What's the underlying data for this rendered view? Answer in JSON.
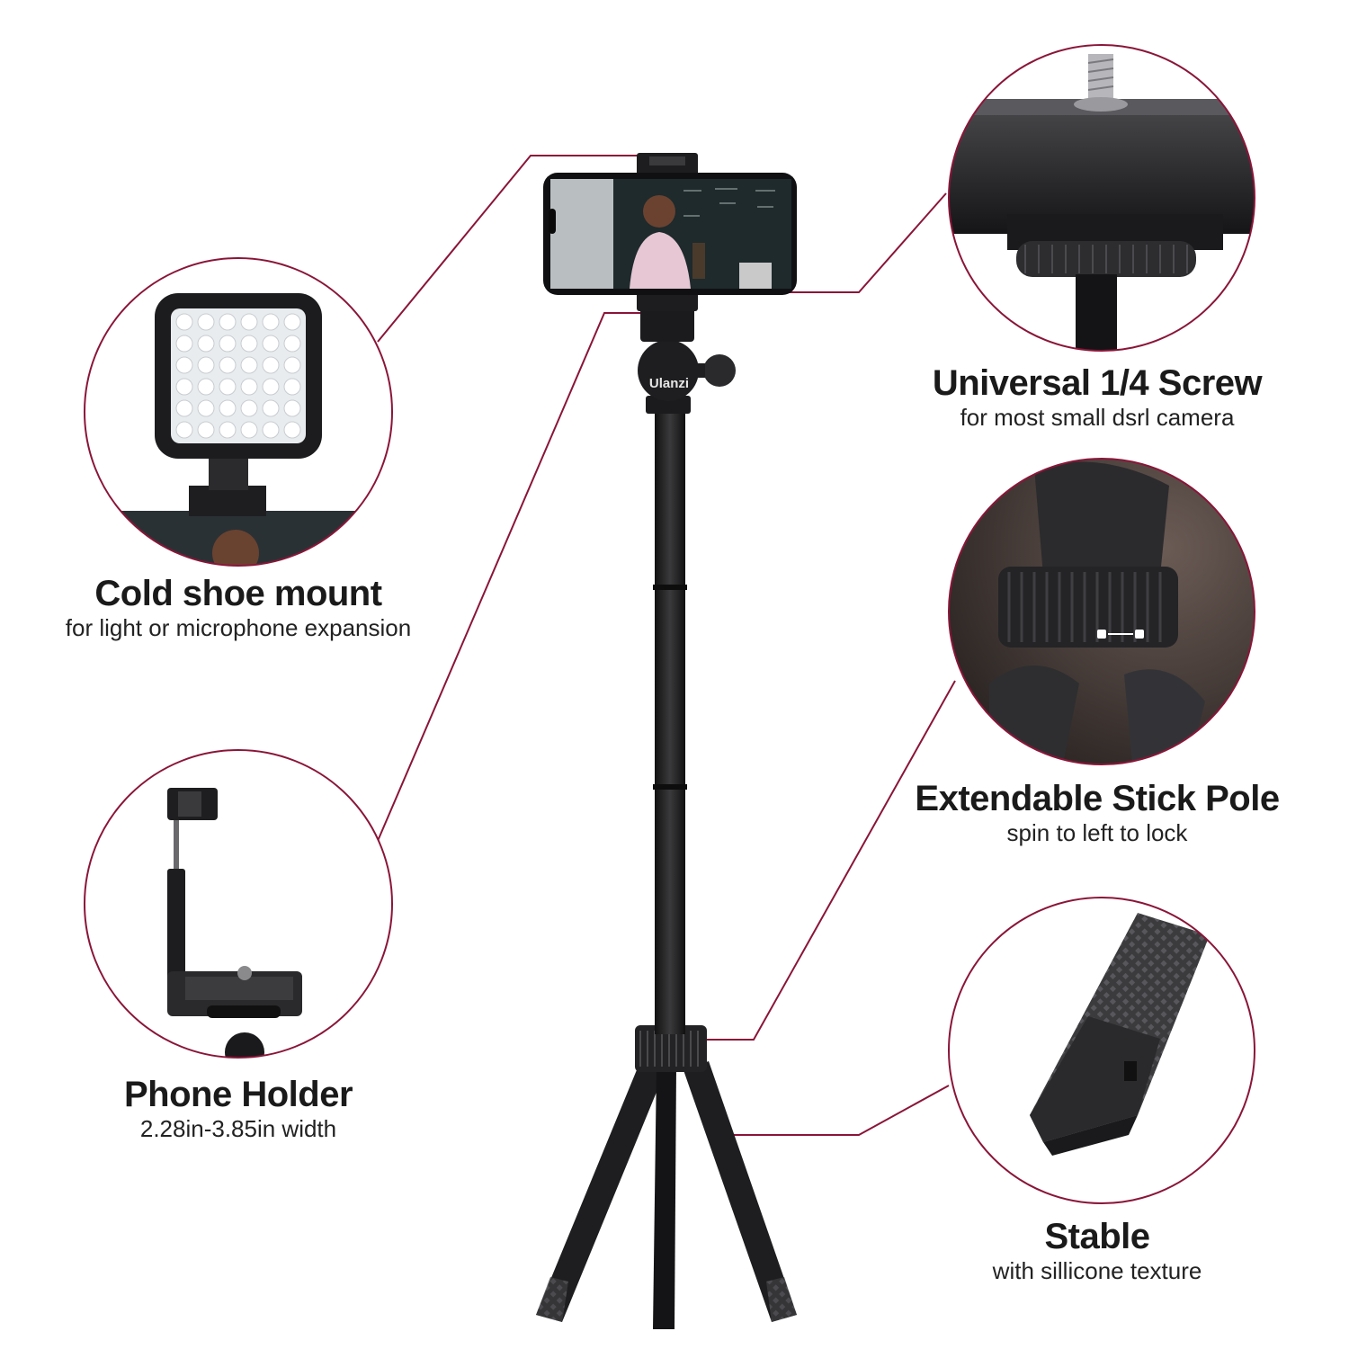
{
  "colors": {
    "accent": "#8a1538",
    "product": "#1c1c1e",
    "background": "#ffffff"
  },
  "brand_mark": "Ulanzi",
  "features": {
    "cold_shoe": {
      "title": "Cold shoe mount",
      "subtitle": "for light or microphone expansion"
    },
    "phone_holder": {
      "title": "Phone Holder",
      "subtitle": "2.28in-3.85in width"
    },
    "screw": {
      "title": "Universal 1/4 Screw",
      "subtitle": "for most small dsrl camera"
    },
    "pole": {
      "title": "Extendable Stick Pole",
      "subtitle": "spin to left to lock"
    },
    "stable": {
      "title": "Stable",
      "subtitle": "with sillicone texture"
    }
  }
}
